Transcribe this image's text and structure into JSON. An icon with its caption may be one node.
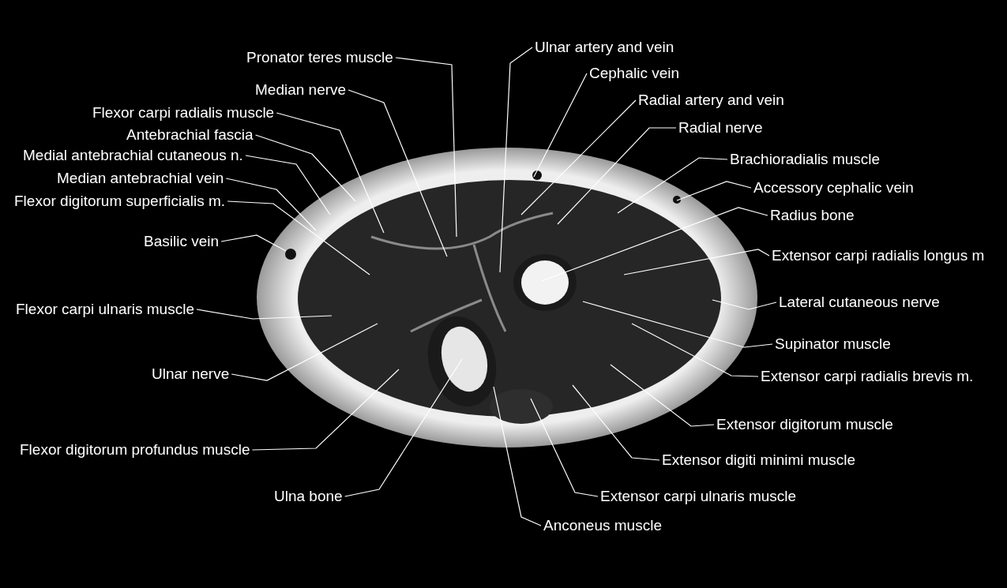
{
  "diagram": {
    "nodes": [
      {
        "text": [
          "Pronator teres muscle"
        ]
      },
      {
        "text": [
          "Ulnar artery and vein"
        ]
      },
      {
        "text": [
          "Cephalic vein"
        ]
      },
      {
        "text": [
          "Median nerve"
        ]
      },
      {
        "text": [
          "Radial artery and vein"
        ]
      },
      {
        "text": [
          "Flexor carpi radialis muscle"
        ]
      },
      {
        "text": [
          "Radial nerve"
        ]
      },
      {
        "text": [
          "Antebrachial fascia"
        ]
      },
      {
        "text": [
          "Medial antebrachial cutaneous n."
        ]
      },
      {
        "text": [
          "Brachioradialis muscle"
        ]
      },
      {
        "text": [
          "Median antebrachial vein"
        ]
      },
      {
        "text": [
          "Accessory cephalic vein"
        ]
      },
      {
        "text": [
          "Flexor digitorum superficialis m."
        ]
      },
      {
        "text": [
          "Radius bone"
        ]
      },
      {
        "text": [
          "Basilic vein"
        ]
      },
      {
        "text": [
          "Extensor carpi radialis longus m"
        ]
      },
      {
        "text": [
          "Lateral cutaneous nerve"
        ]
      },
      {
        "text": [
          "Flexor carpi ulnaris muscle"
        ]
      },
      {
        "text": [
          "Supinator muscle"
        ]
      },
      {
        "text": [
          "Ulnar nerve"
        ]
      },
      {
        "text": [
          "Extensor carpi radialis brevis m."
        ]
      },
      {
        "text": [
          "Extensor digitorum muscle"
        ]
      },
      {
        "text": [
          "Flexor digitorum profundus muscle"
        ]
      },
      {
        "text": [
          "Extensor digiti minimi muscle"
        ]
      },
      {
        "text": [
          "Ulna bone"
        ]
      },
      {
        "text": [
          "Extensor carpi ulnaris muscle"
        ]
      },
      {
        "text": [
          "Anconeus muscle"
        ]
      }
    ],
    "edges": [
      {
        "from": 0,
        "to": null,
        "arrow": "none"
      },
      {
        "from": 1,
        "to": null,
        "arrow": "none"
      },
      {
        "from": 2,
        "to": null,
        "arrow": "none"
      },
      {
        "from": 3,
        "to": null,
        "arrow": "none"
      },
      {
        "from": 4,
        "to": null,
        "arrow": "none"
      },
      {
        "from": 5,
        "to": null,
        "arrow": "none"
      },
      {
        "from": 6,
        "to": null,
        "arrow": "none"
      },
      {
        "from": 7,
        "to": null,
        "arrow": "none"
      },
      {
        "from": 8,
        "to": null,
        "arrow": "none"
      },
      {
        "from": 9,
        "to": null,
        "arrow": "none"
      },
      {
        "from": 10,
        "to": null,
        "arrow": "none"
      },
      {
        "from": 11,
        "to": null,
        "arrow": "none"
      },
      {
        "from": 12,
        "to": null,
        "arrow": "none"
      },
      {
        "from": 13,
        "to": null,
        "arrow": "none"
      },
      {
        "from": 14,
        "to": null,
        "arrow": "none"
      },
      {
        "from": 15,
        "to": null,
        "arrow": "none"
      },
      {
        "from": 16,
        "to": null,
        "arrow": "none"
      },
      {
        "from": 17,
        "to": null,
        "arrow": "none"
      },
      {
        "from": 18,
        "to": null,
        "arrow": "none"
      },
      {
        "from": 19,
        "to": null,
        "arrow": "none"
      },
      {
        "from": 20,
        "to": null,
        "arrow": "none"
      },
      {
        "from": 21,
        "to": null,
        "arrow": "none"
      },
      {
        "from": 22,
        "to": null,
        "arrow": "none"
      },
      {
        "from": 23,
        "to": null,
        "arrow": "none"
      },
      {
        "from": 24,
        "to": null,
        "arrow": "none"
      },
      {
        "from": 25,
        "to": null,
        "arrow": "none"
      },
      {
        "from": 26,
        "to": null,
        "arrow": "none"
      }
    ]
  }
}
